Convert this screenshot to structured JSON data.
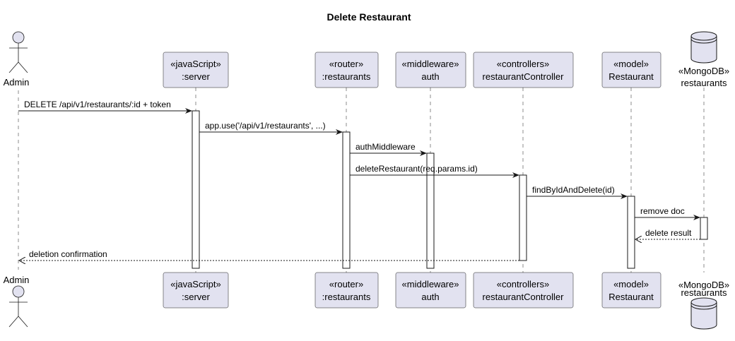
{
  "title": "Delete Restaurant",
  "participants": [
    {
      "id": "admin",
      "kind": "actor",
      "name": "Admin"
    },
    {
      "id": "server",
      "kind": "box",
      "stereotype": "«javaScript»",
      "name": ":server"
    },
    {
      "id": "router",
      "kind": "box",
      "stereotype": "«router»",
      "name": ":restaurants"
    },
    {
      "id": "auth",
      "kind": "box",
      "stereotype": "«middleware»",
      "name": "auth"
    },
    {
      "id": "controller",
      "kind": "box",
      "stereotype": "«controllers»",
      "name": "restaurantController"
    },
    {
      "id": "model",
      "kind": "box",
      "stereotype": "«model»",
      "name": "Restaurant"
    },
    {
      "id": "db",
      "kind": "database",
      "stereotype": "«MongoDB»",
      "name": "restaurants"
    }
  ],
  "messages": [
    {
      "from": "admin",
      "to": "server",
      "label": "DELETE /api/v1/restaurants/:id + token",
      "style": "sync"
    },
    {
      "from": "server",
      "to": "router",
      "label": "app.use('/api/v1/restaurants', ...)",
      "style": "sync"
    },
    {
      "from": "router",
      "to": "auth",
      "label": "authMiddleware",
      "style": "sync"
    },
    {
      "from": "router",
      "to": "controller",
      "label": "deleteRestaurant(req.params.id)",
      "style": "sync"
    },
    {
      "from": "controller",
      "to": "model",
      "label": "findByIdAndDelete(id)",
      "style": "sync"
    },
    {
      "from": "model",
      "to": "db",
      "label": "remove doc",
      "style": "sync"
    },
    {
      "from": "db",
      "to": "model",
      "label": "delete result",
      "style": "return"
    },
    {
      "from": "controller",
      "to": "admin",
      "label": "deletion confirmation",
      "style": "return"
    }
  ],
  "colors": {
    "participant_fill": "#e2e2f0",
    "participant_border": "#181818",
    "lifeline": "#181818",
    "text": "#000000"
  }
}
